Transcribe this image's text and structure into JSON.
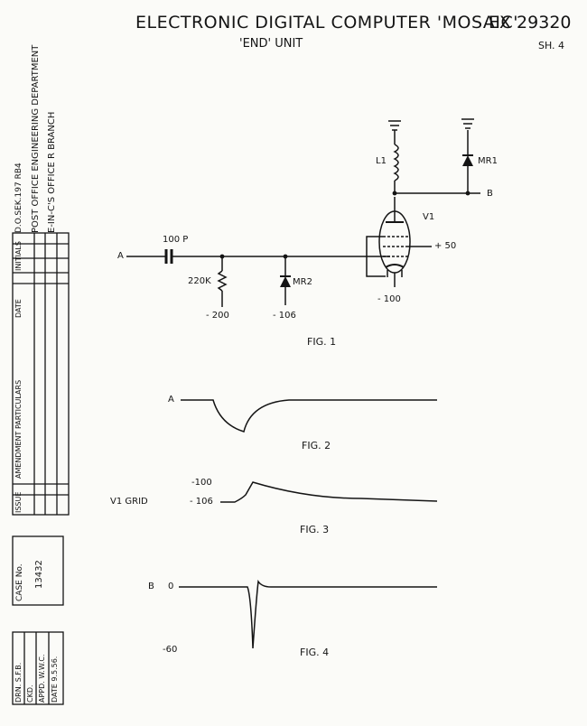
{
  "header": {
    "title": "ELECTRONIC  DIGITAL  COMPUTER   'MOSAIC'",
    "drawing_no": "EX 29320",
    "subtitle": "'END'  UNIT",
    "sheet": "SH. 4"
  },
  "sidebar": {
    "department": "POST OFFICE ENGINEERING DEPARTMENT",
    "office": "E-IN-C'S OFFICE    R BRANCH",
    "ref": "D.O.SEK.197      RB4",
    "amend_columns": [
      "ISSUE",
      "AMENDMENT PARTICULARS",
      "DATE",
      "INITIALS"
    ],
    "case_label": "CASE No.",
    "case_number": "13432",
    "drn": "DRN. S.F.B.",
    "ckd": "CKD.",
    "appd": "APPD. W.W.C.",
    "date": "DATE 9.5.56."
  },
  "fig1": {
    "caption": "FIG. 1",
    "input": "A",
    "capacitor": "100 P",
    "resistor": "220K",
    "resistor_supply": "- 200",
    "diode_mr2": "MR2",
    "mr2_supply": "- 106",
    "inductor": "L1",
    "diode_mr1": "MR1",
    "output": "B",
    "valve": "V1",
    "screen_supply": "+ 50",
    "cathode_supply": "- 100"
  },
  "fig2": {
    "caption": "FIG. 2",
    "label": "A"
  },
  "fig3": {
    "caption": "FIG. 3",
    "label": "V1   GRID",
    "level_high": "-100",
    "level_low": "- 106"
  },
  "fig4": {
    "caption": "FIG. 4",
    "label": "B",
    "level_zero": "0",
    "level_low": "-60"
  }
}
